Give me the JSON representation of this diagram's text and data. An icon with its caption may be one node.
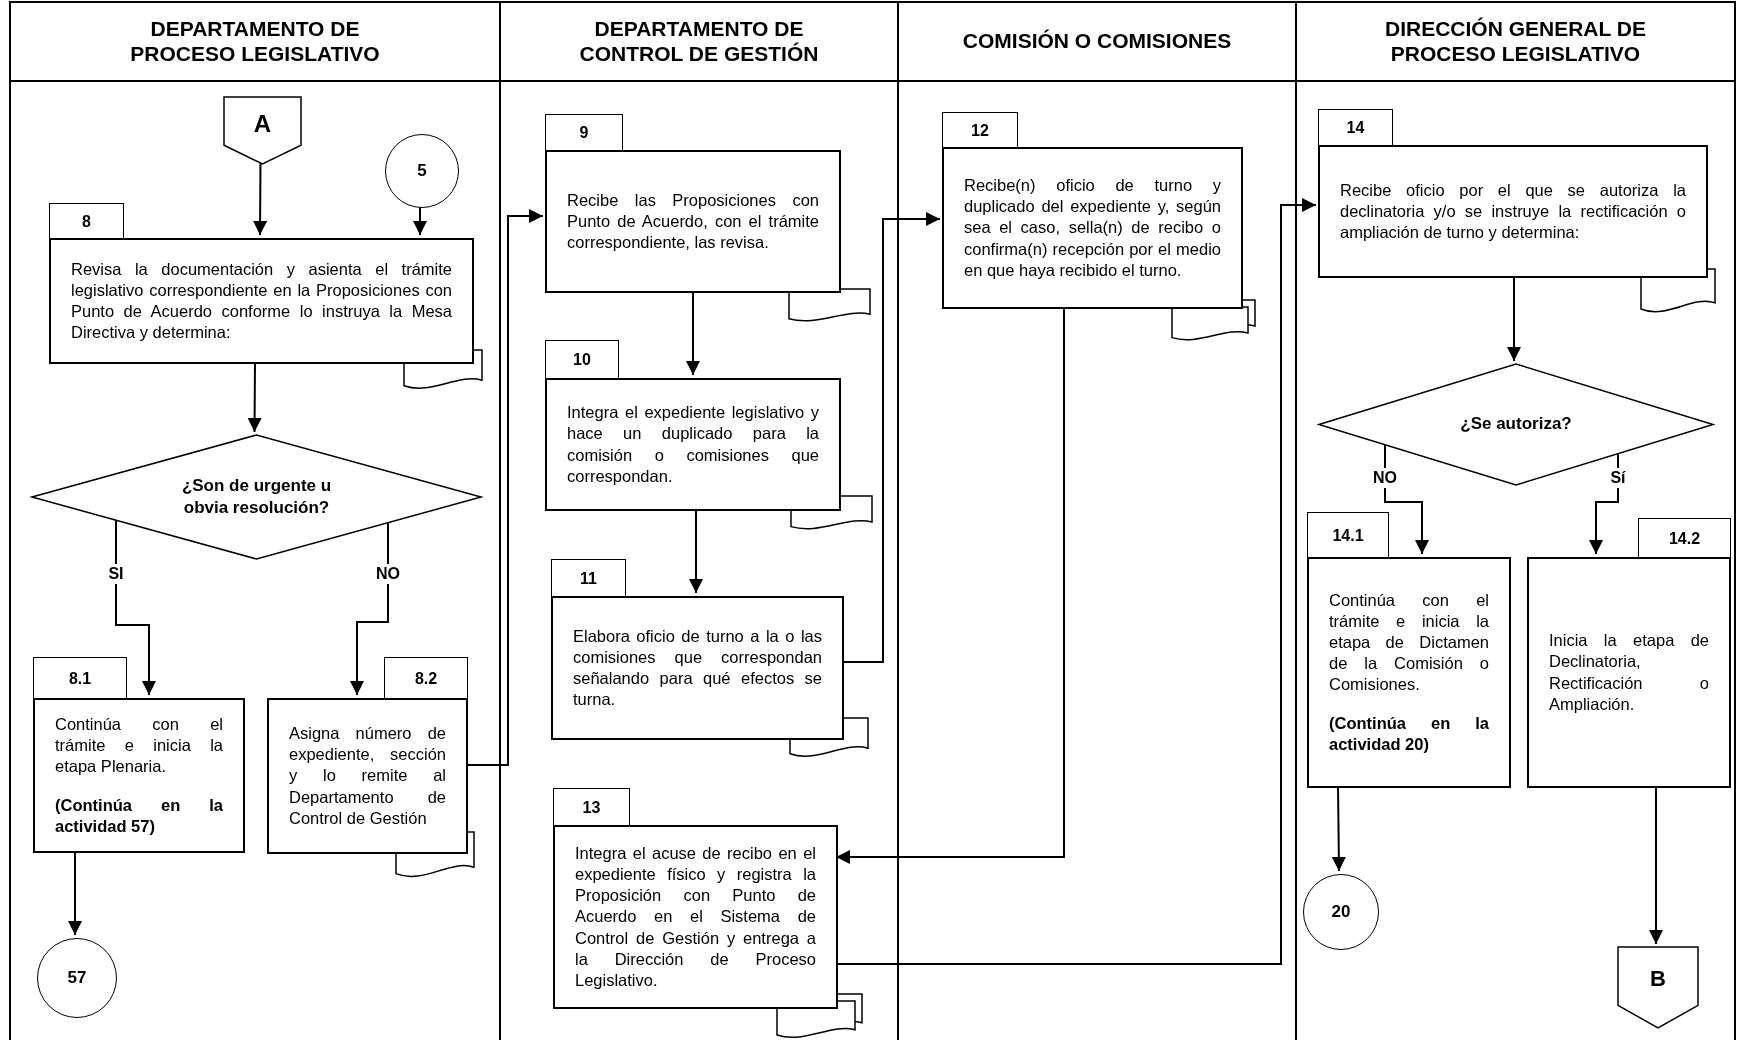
{
  "diagram": {
    "nodes": [
      {
        "text": [
          "DEPARTAMENTO DE PROCESO LEGISLATIVO"
        ]
      },
      {
        "text": [
          "DEPARTAMENTO DE CONTROL DE GESTIÓN"
        ]
      },
      {
        "text": [
          "COMISIÓN O COMISIONES"
        ]
      },
      {
        "text": [
          "DIRECCIÓN GENERAL DE PROCESO LEGISLATIVO"
        ]
      },
      {
        "text": [
          "A"
        ],
        "in": 0
      },
      {
        "text": [
          "5"
        ],
        "in": 0
      },
      {
        "text": [
          "8",
          "Revisa la documentación y asienta el trámite legislativo correspondiente en la Proposiciones con Punto de Acuerdo conforme lo instruya la Mesa Directiva y determina:"
        ],
        "in": 0
      },
      {
        "text": [
          "¿Son de urgente u obvia resolución?"
        ],
        "in": 0
      },
      {
        "text": [
          "8.1",
          "Continúa con el trámite e inicia la etapa Plenaria.",
          "(Continúa en la actividad 57)"
        ],
        "in": 0
      },
      {
        "text": [
          "8.2",
          "Asigna número de expediente, sección y lo remite al Departamento de Control de Gestión"
        ],
        "in": 0
      },
      {
        "text": [
          "57"
        ],
        "in": 0
      },
      {
        "text": [
          "9",
          "Recibe las Proposiciones con Punto de Acuerdo, con el trámite correspondiente, las revisa."
        ],
        "in": 1
      },
      {
        "text": [
          "10",
          "Integra el expediente legislativo y hace un duplicado para la comisión o comisiones que correspondan."
        ],
        "in": 1
      },
      {
        "text": [
          "11",
          "Elabora oficio de turno a la o las comisiones que correspondan señalando para qué efectos se turna."
        ],
        "in": 1
      },
      {
        "text": [
          "13",
          "Integra el acuse de recibo en el expediente físico y registra la Proposición con Punto de Acuerdo en el Sistema de Control de Gestión y entrega a la Dirección de Proceso Legislativo."
        ],
        "in": 1
      },
      {
        "text": [
          "12",
          "Recibe(n) oficio de turno y duplicado del expediente y, según sea el caso, sella(n) de recibo o confirma(n) recepción por el medio en que haya recibido el turno."
        ],
        "in": 2
      },
      {
        "text": [
          "14",
          "Recibe oficio por el que se autoriza la declinatoria y/o se instruye la rectificación o ampliación de turno y determina:"
        ],
        "in": 3
      },
      {
        "text": [
          "¿Se autoriza?"
        ],
        "in": 3
      },
      {
        "text": [
          "14.1",
          "Continúa con el trámite e inicia la etapa de Dictamen de la Comisión o Comisiones.",
          "(Continúa en la actividad 20)"
        ],
        "in": 3
      },
      {
        "text": [
          "14.2",
          "Inicia la etapa de Declinatoria, Rectificación o Ampliación."
        ],
        "in": 3
      },
      {
        "text": [
          "20"
        ],
        "in": 3
      },
      {
        "text": [
          "B"
        ],
        "in": 3
      },
      {
        "text": [],
        "shape": "document",
        "in": 0
      },
      {
        "text": [],
        "shape": "document",
        "in": 0
      },
      {
        "text": [],
        "shape": "document",
        "in": 1
      },
      {
        "text": [],
        "shape": "document",
        "in": 1
      },
      {
        "text": [],
        "shape": "document",
        "in": 1
      },
      {
        "text": [],
        "shape": "document",
        "in": 1
      },
      {
        "text": [],
        "shape": "document",
        "in": 2
      },
      {
        "text": [],
        "shape": "document",
        "in": 3
      }
    ],
    "edges": [
      {
        "from": 4,
        "to": 6,
        "arrow": "to"
      },
      {
        "from": 5,
        "to": 6,
        "arrow": "to"
      },
      {
        "from": 6,
        "to": 7,
        "arrow": "to"
      },
      {
        "from": 7,
        "to": 8,
        "arrow": "to",
        "label": "SI"
      },
      {
        "from": 7,
        "to": 9,
        "arrow": "to",
        "label": "NO"
      },
      {
        "from": 8,
        "to": 10,
        "arrow": "to"
      },
      {
        "from": 9,
        "to": 11,
        "arrow": "to"
      },
      {
        "from": 11,
        "to": 12,
        "arrow": "to"
      },
      {
        "from": 12,
        "to": 13,
        "arrow": "to"
      },
      {
        "from": 13,
        "to": 15,
        "arrow": "to"
      },
      {
        "from": 15,
        "to": 14,
        "arrow": "to"
      },
      {
        "from": 14,
        "to": 16,
        "arrow": "to"
      },
      {
        "from": 16,
        "to": 17,
        "arrow": "to"
      },
      {
        "from": 17,
        "to": 18,
        "arrow": "to",
        "label": "NO"
      },
      {
        "from": 17,
        "to": 19,
        "arrow": "to",
        "label": "Sí"
      },
      {
        "from": 18,
        "to": 20,
        "arrow": "to"
      },
      {
        "from": 19,
        "to": 21,
        "arrow": "to"
      }
    ]
  }
}
